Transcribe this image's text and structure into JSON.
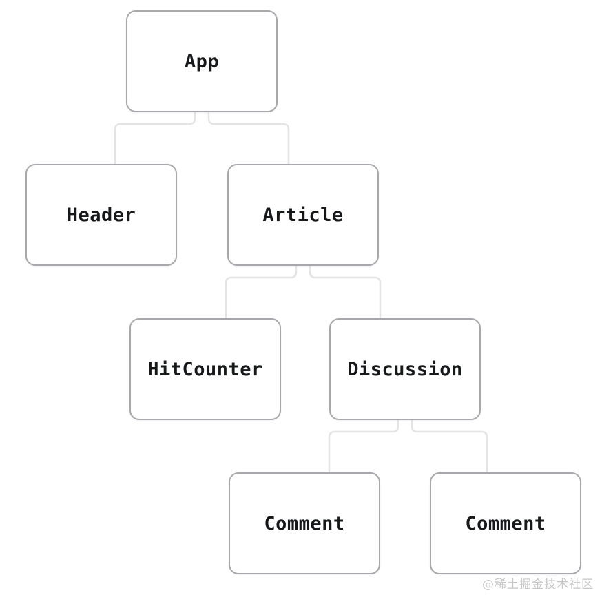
{
  "diagram": {
    "type": "component-tree",
    "nodes": [
      {
        "id": "app",
        "label": "App"
      },
      {
        "id": "header",
        "label": "Header"
      },
      {
        "id": "article",
        "label": "Article"
      },
      {
        "id": "hitcounter",
        "label": "HitCounter"
      },
      {
        "id": "discussion",
        "label": "Discussion"
      },
      {
        "id": "comment-1",
        "label": "Comment"
      },
      {
        "id": "comment-2",
        "label": "Comment"
      }
    ],
    "edges": [
      {
        "from": "app",
        "to": "header"
      },
      {
        "from": "app",
        "to": "article"
      },
      {
        "from": "article",
        "to": "hitcounter"
      },
      {
        "from": "article",
        "to": "discussion"
      },
      {
        "from": "discussion",
        "to": "comment-1"
      },
      {
        "from": "discussion",
        "to": "comment-2"
      }
    ],
    "colors": {
      "background": "#ffffff",
      "box_border": "#a6a8ab",
      "connector": "#e3e4e6",
      "label_text": "#17181a",
      "watermark_text": "#c6c6c6"
    }
  },
  "watermark": {
    "text": "@稀土掘金技术社区"
  }
}
